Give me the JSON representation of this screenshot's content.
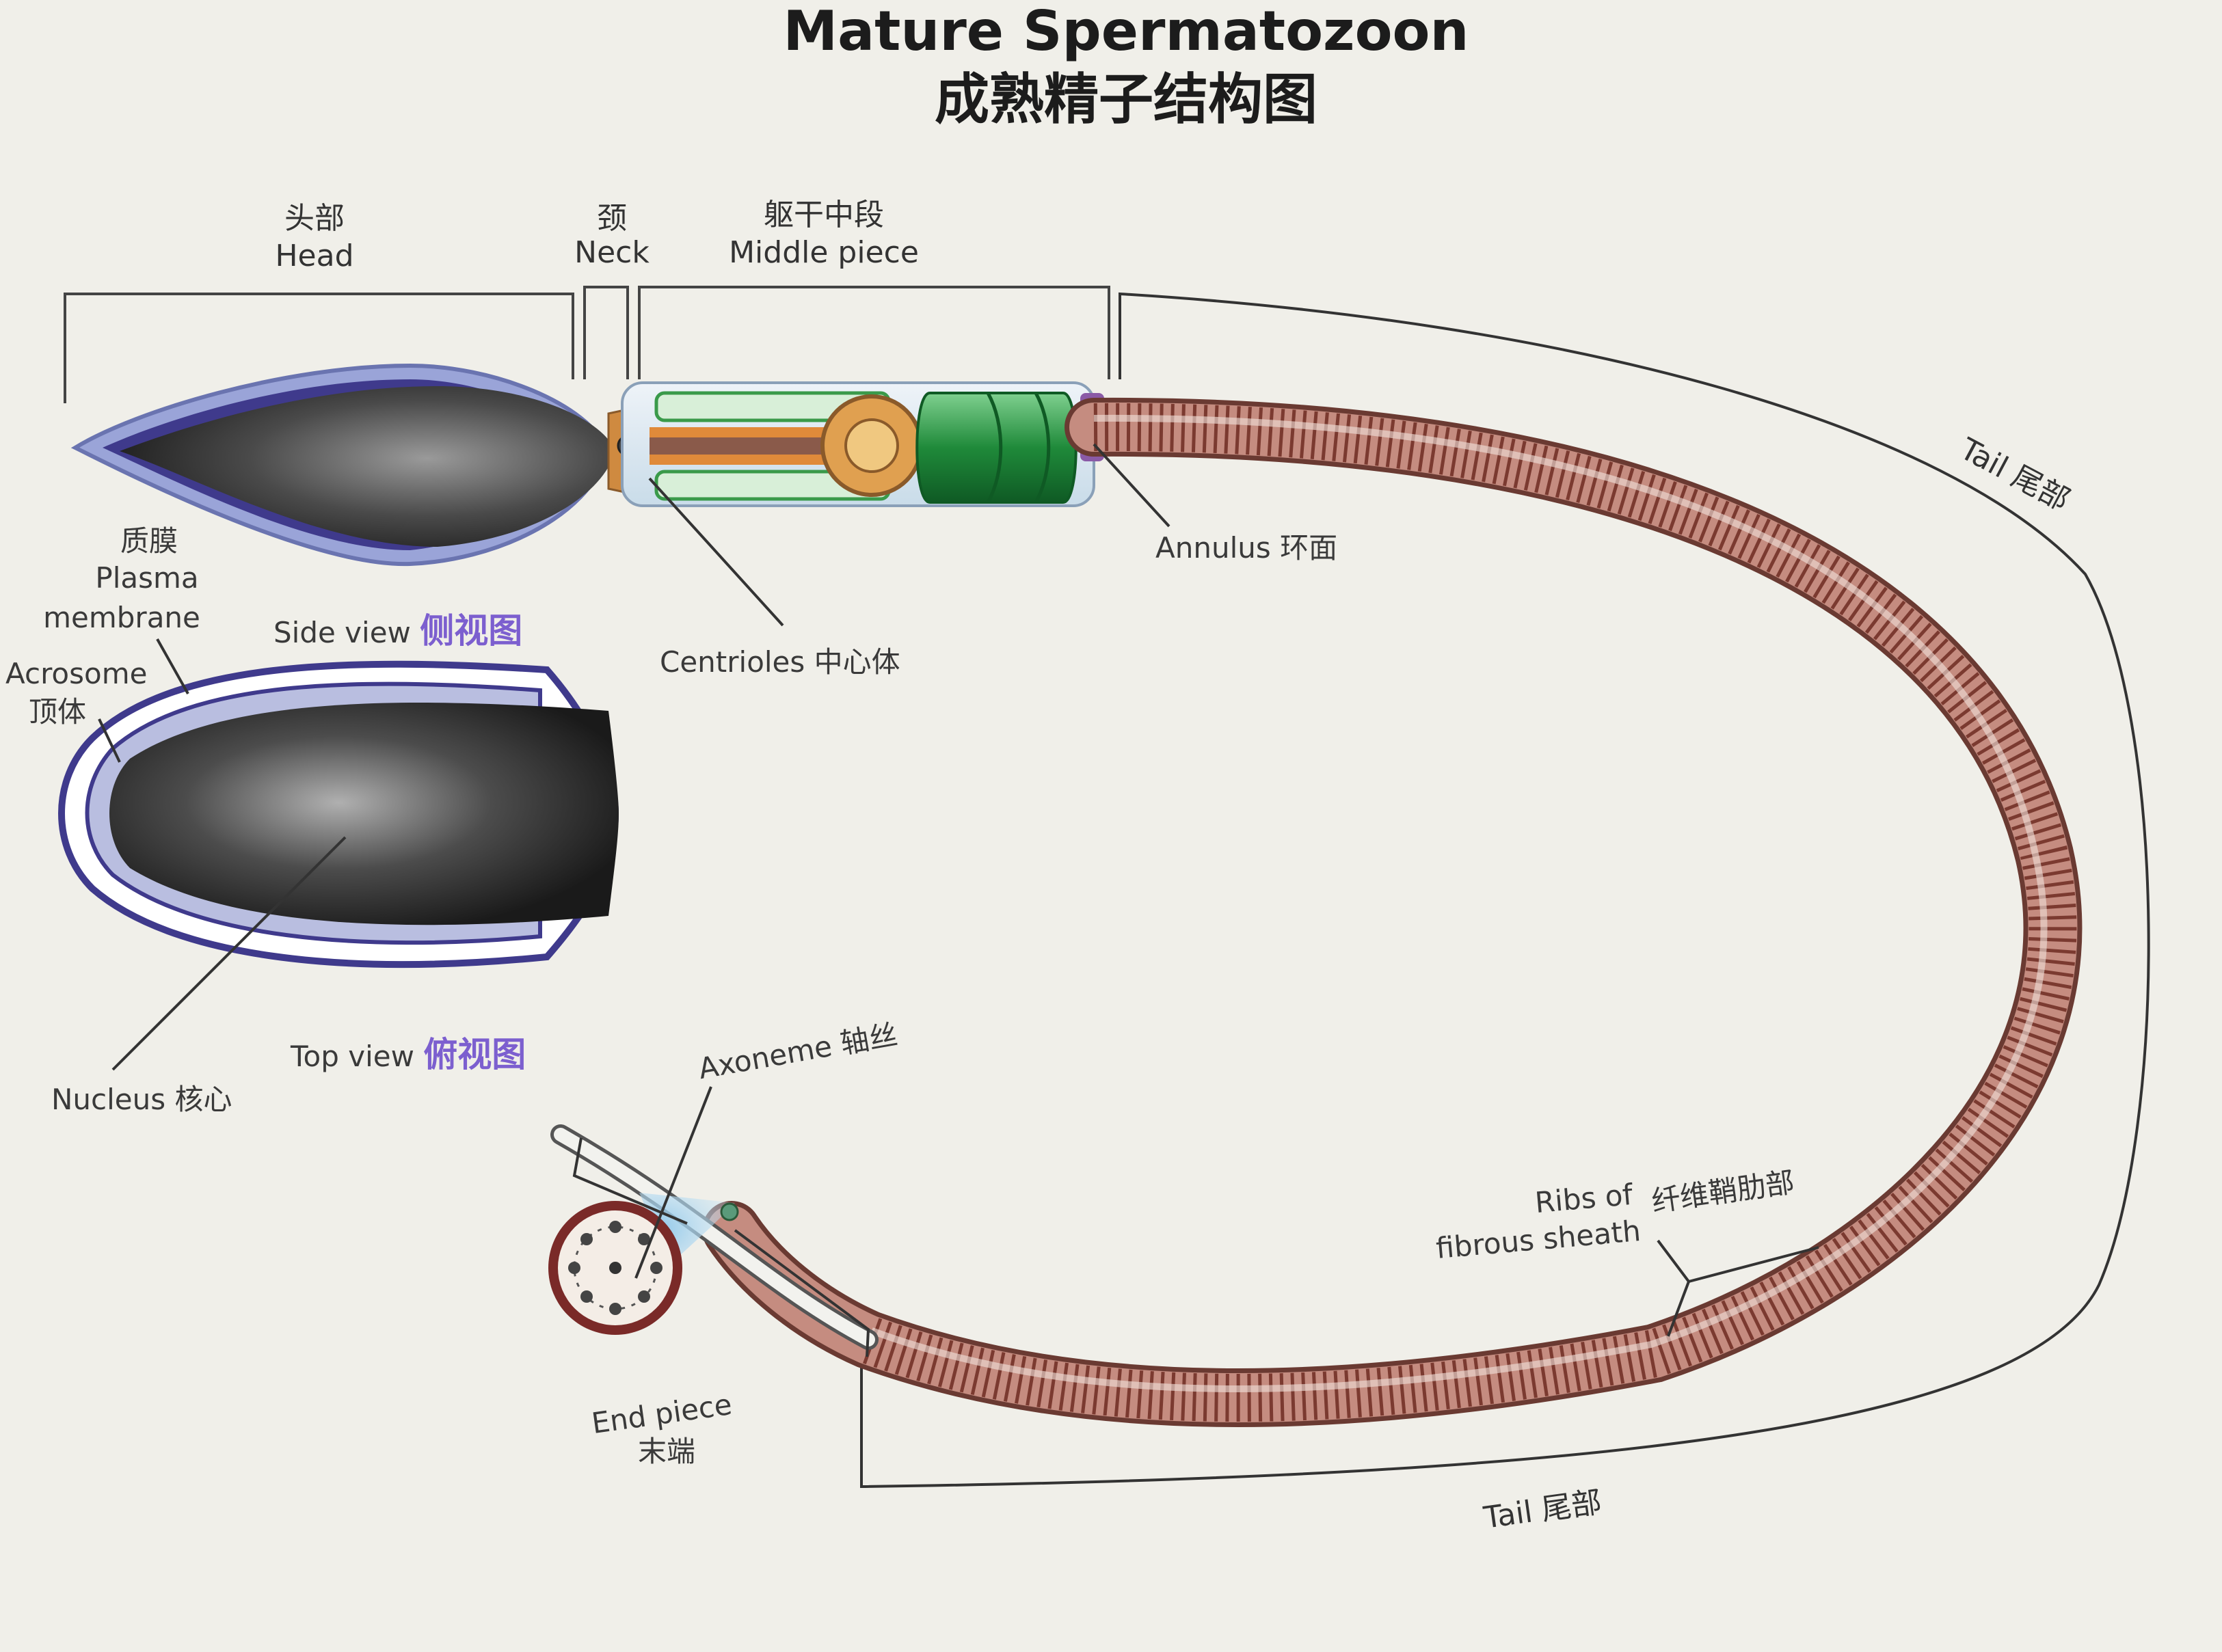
{
  "title": {
    "en": "Mature Spermatozoon",
    "zh": "成熟精子结构图"
  },
  "sections": {
    "head": {
      "zh": "头部",
      "en": "Head"
    },
    "neck": {
      "zh": "颈",
      "en": "Neck"
    },
    "middle": {
      "zh": "躯干中段",
      "en": "Middle piece"
    },
    "tail_top": "Tail  尾部",
    "tail_bottom": "Tail  尾部"
  },
  "labels": {
    "plasma": {
      "zh": "质膜",
      "en1": "Plasma",
      "en2": "membrane"
    },
    "acrosome": {
      "en": "Acrosome",
      "zh": "顶体"
    },
    "side_view": {
      "en": "Side view",
      "zh": "侧视图"
    },
    "top_view": {
      "en": "Top view",
      "zh": "俯视图"
    },
    "nucleus": "Nucleus 核心",
    "centrioles": "Centrioles 中心体",
    "annulus": "Annulus 环面",
    "axoneme": "Axoneme 轴丝",
    "ribs": {
      "en1": "Ribs of",
      "en2": "fibrous sheath",
      "zh": "纤维鞘肋部"
    },
    "end_piece": {
      "en": "End piece",
      "zh": "末端"
    }
  },
  "colors": {
    "background": "#f0efe9",
    "nucleus": "#3a3a3a",
    "acrosome": "#3f3a8c",
    "mitochondria": "#2e9a4a",
    "tail": "#9b5a4c",
    "accent": "#7c5fcf"
  }
}
